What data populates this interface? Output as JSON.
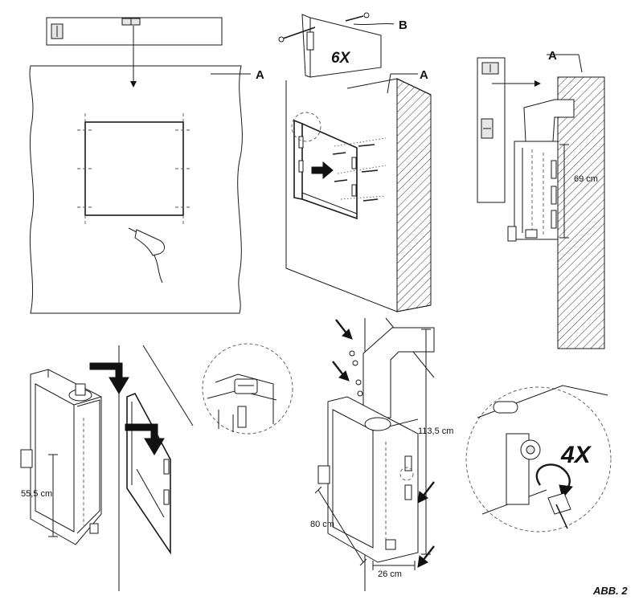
{
  "figure_id": "ABB. 2",
  "labels": {
    "wall_a_1": "A",
    "wall_a_2": "A",
    "wall_a_3": "A",
    "bracket_b": "B",
    "screws_count": "6X",
    "bolts_count": "4X"
  },
  "dimensions": {
    "height_69": "69 cm",
    "height_55_5": "55,5 cm",
    "height_113_5": "113,5 cm",
    "depth_80": "80 cm",
    "width_26": "26 cm"
  }
}
